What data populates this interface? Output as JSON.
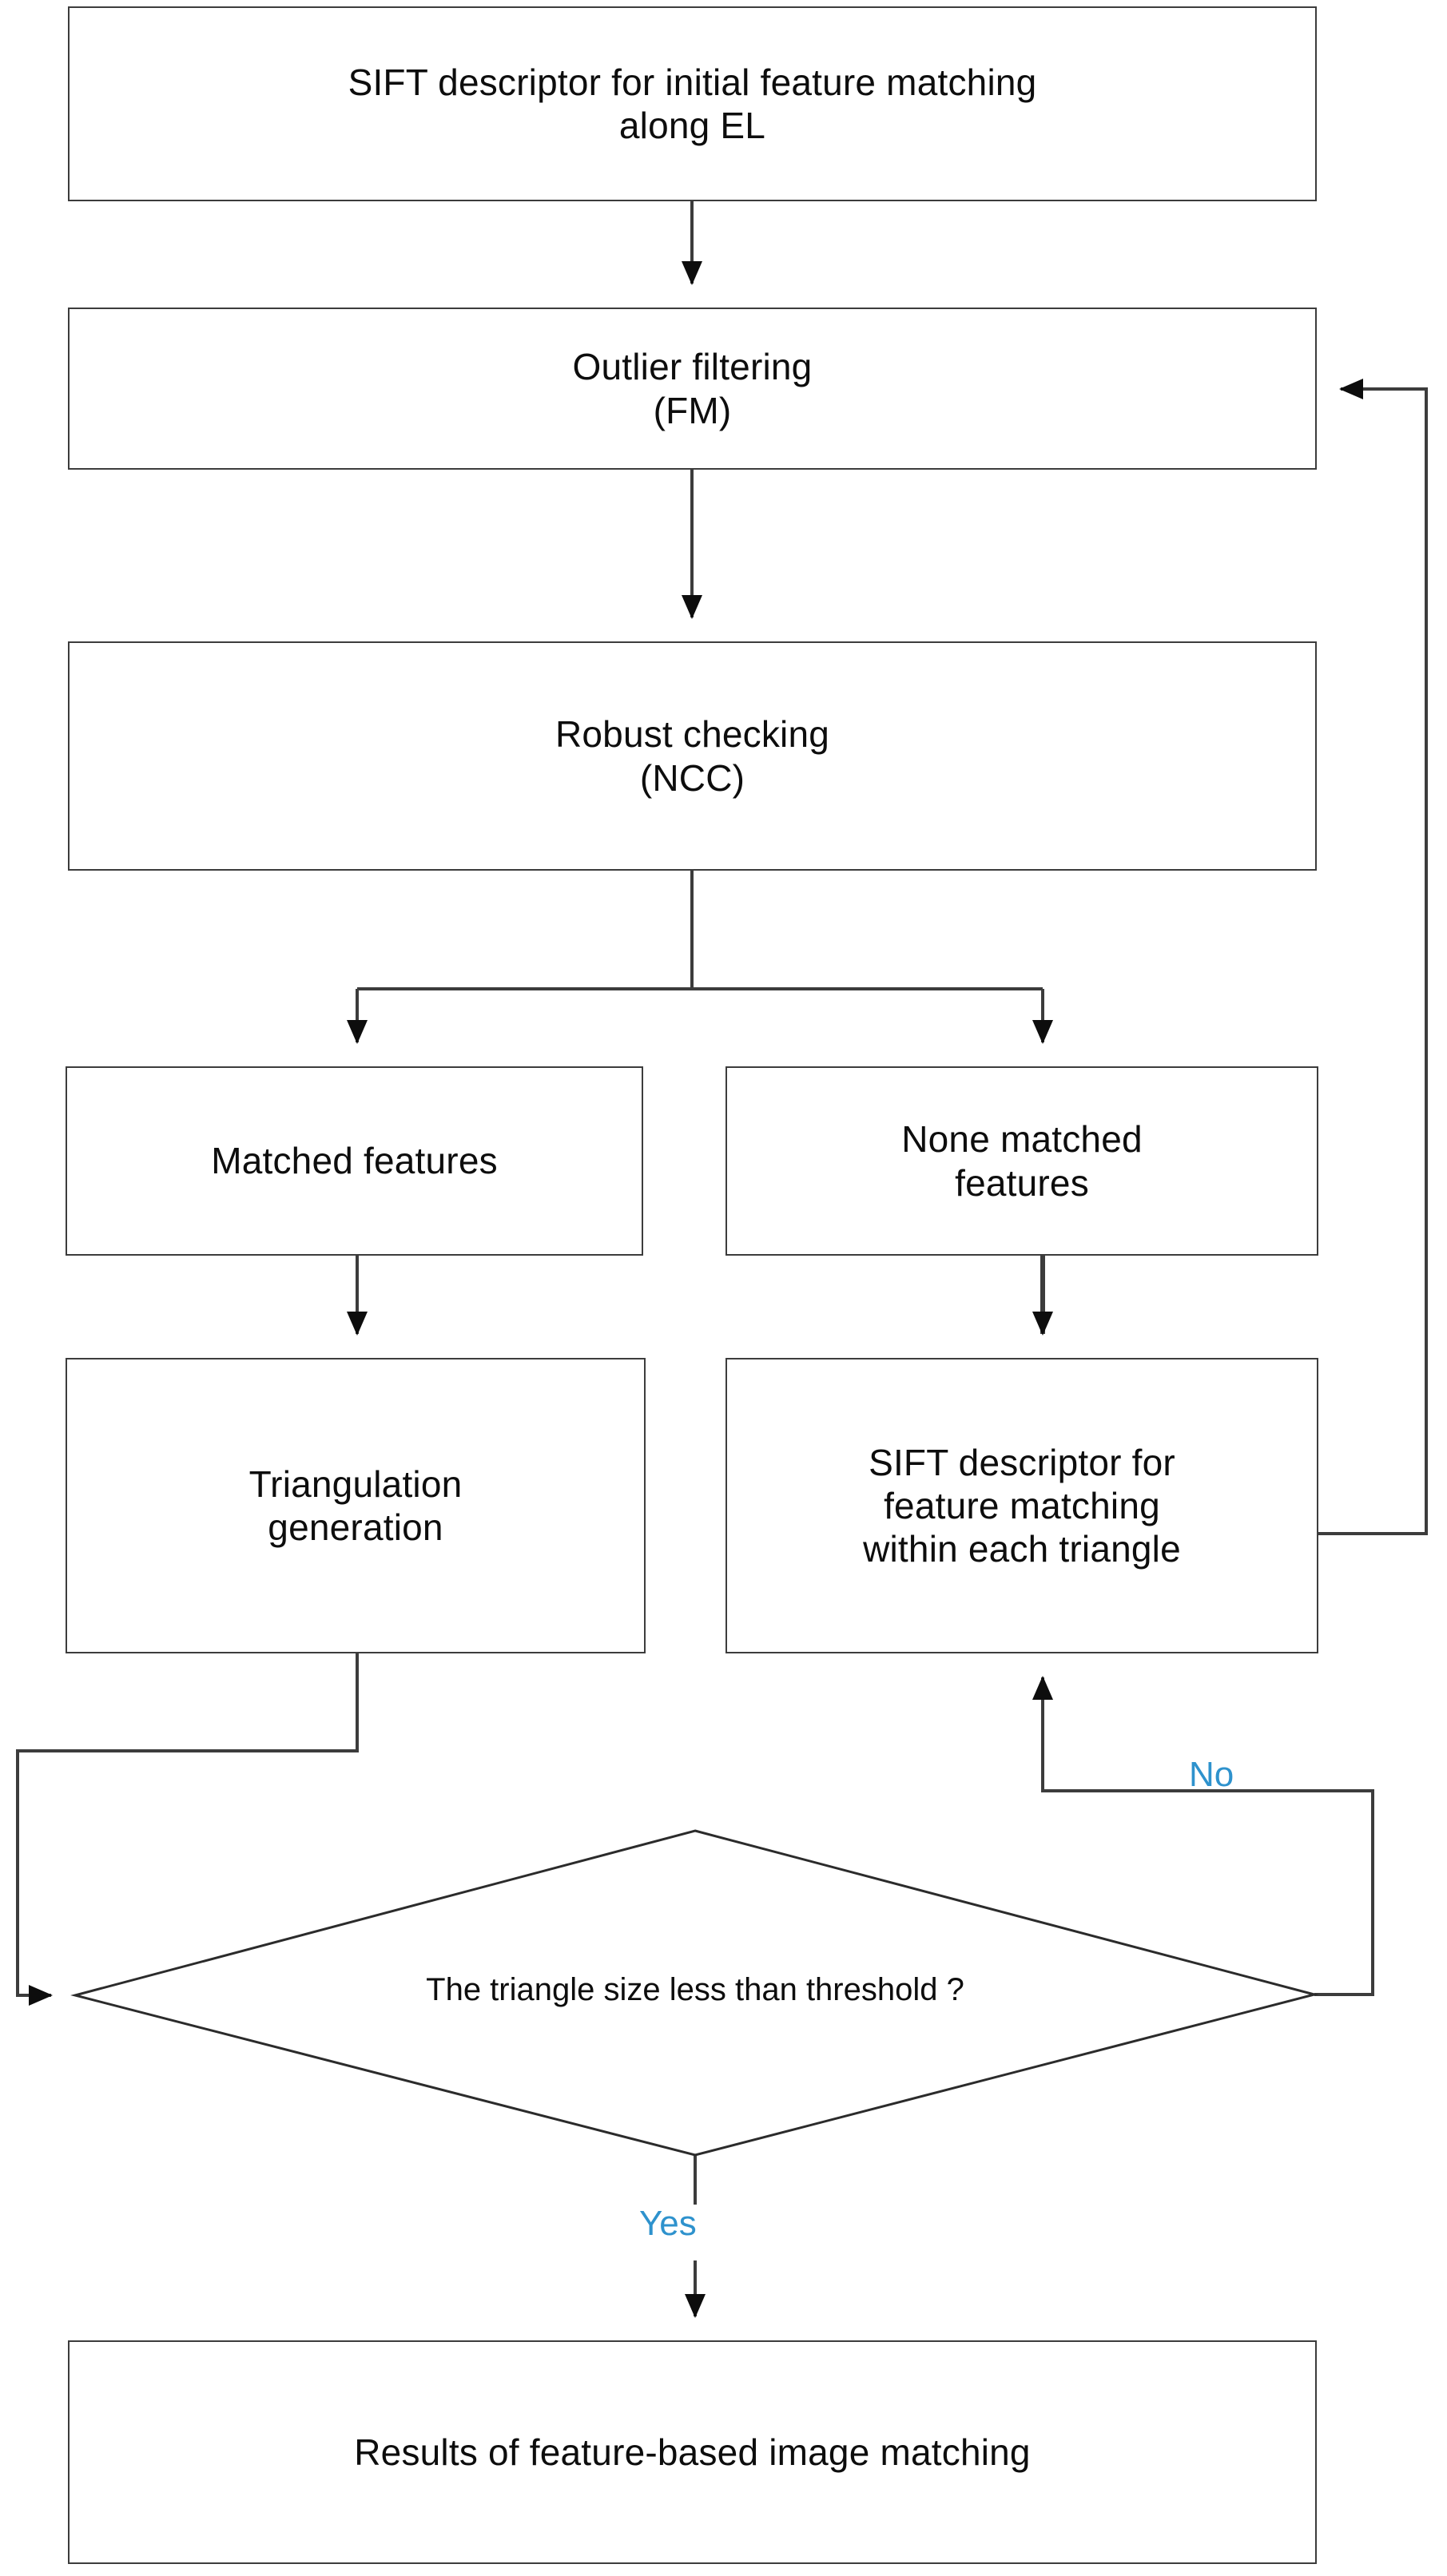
{
  "diagram": {
    "type": "flowchart",
    "title": "Feature-based image matching flowchart",
    "orientation": "top-to-bottom",
    "colors": {
      "node_border": "#3c3c3c",
      "node_fill": "#ffffff",
      "edge_line": "#3c3c3c",
      "text": "#0d0d0d",
      "edge_label": "#2e92cd",
      "background": "#ffffff"
    },
    "nodes": [
      {
        "id": "sift-initial",
        "shape": "rectangle",
        "label": "SIFT descriptor for initial feature matching\nalong EL"
      },
      {
        "id": "outlier-filtering",
        "shape": "rectangle",
        "label": "Outlier filtering\n(FM)"
      },
      {
        "id": "robust-checking",
        "shape": "rectangle",
        "label": "Robust checking\n(NCC)"
      },
      {
        "id": "matched-features",
        "shape": "rectangle",
        "label": "Matched features"
      },
      {
        "id": "none-matched-features",
        "shape": "rectangle",
        "label": "None matched\nfeatures"
      },
      {
        "id": "triangulation-generation",
        "shape": "rectangle",
        "label": "Triangulation\ngeneration"
      },
      {
        "id": "sift-within-triangle",
        "shape": "rectangle",
        "label": "SIFT descriptor for\nfeature matching\nwithin each triangle"
      },
      {
        "id": "triangle-size-decision",
        "shape": "diamond",
        "label": "The triangle size less than threshold ?"
      },
      {
        "id": "results",
        "shape": "rectangle",
        "label": "Results of feature-based image matching"
      }
    ],
    "edge_labels": {
      "no": "No",
      "yes": "Yes"
    },
    "edges": [
      {
        "from": "sift-initial",
        "to": "outlier-filtering",
        "label": ""
      },
      {
        "from": "outlier-filtering",
        "to": "robust-checking",
        "label": ""
      },
      {
        "from": "robust-checking",
        "to": "matched-features",
        "label": ""
      },
      {
        "from": "robust-checking",
        "to": "none-matched-features",
        "label": ""
      },
      {
        "from": "matched-features",
        "to": "triangulation-generation",
        "label": ""
      },
      {
        "from": "none-matched-features",
        "to": "sift-within-triangle",
        "label": ""
      },
      {
        "from": "sift-within-triangle",
        "to": "outlier-filtering",
        "label": ""
      },
      {
        "from": "triangulation-generation",
        "to": "triangle-size-decision",
        "label": ""
      },
      {
        "from": "triangle-size-decision",
        "to": "sift-within-triangle",
        "label": "No"
      },
      {
        "from": "triangle-size-decision",
        "to": "results",
        "label": "Yes"
      }
    ]
  }
}
